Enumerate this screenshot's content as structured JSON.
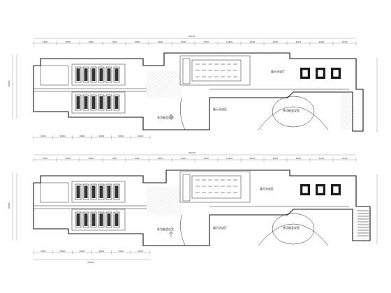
{
  "plans": [
    {
      "id": "upper",
      "overall_dim": "98720",
      "rooms": [
        "展示洽谈厅",
        "多功能会议室",
        "展示洽谈区",
        "多功能会议室"
      ],
      "dims_top": [
        "5400",
        "8000",
        "4800",
        "7200",
        "9000",
        "4200",
        "4200",
        "4200",
        "12800",
        "8100",
        "4200",
        "4200",
        "4200",
        "3200"
      ],
      "dims_bottom": [
        "3400",
        "8000",
        "9000",
        "9400",
        "3000",
        "4200"
      ]
    },
    {
      "id": "lower",
      "overall_dim": "98720",
      "rooms": [
        "展示洽谈区",
        "多功能会议室",
        "展示洽谈厅",
        "多功能会议室"
      ],
      "dims_top": [
        "5400",
        "8000",
        "4800",
        "7200",
        "9000",
        "4200",
        "4200",
        "4200",
        "12800",
        "8100",
        "4200",
        "4200",
        "4200",
        "3200"
      ],
      "dims_bottom": [
        "3400",
        "8000",
        "9000",
        "9400",
        "3000",
        "4200"
      ],
      "overall_bottom": "38000"
    }
  ]
}
